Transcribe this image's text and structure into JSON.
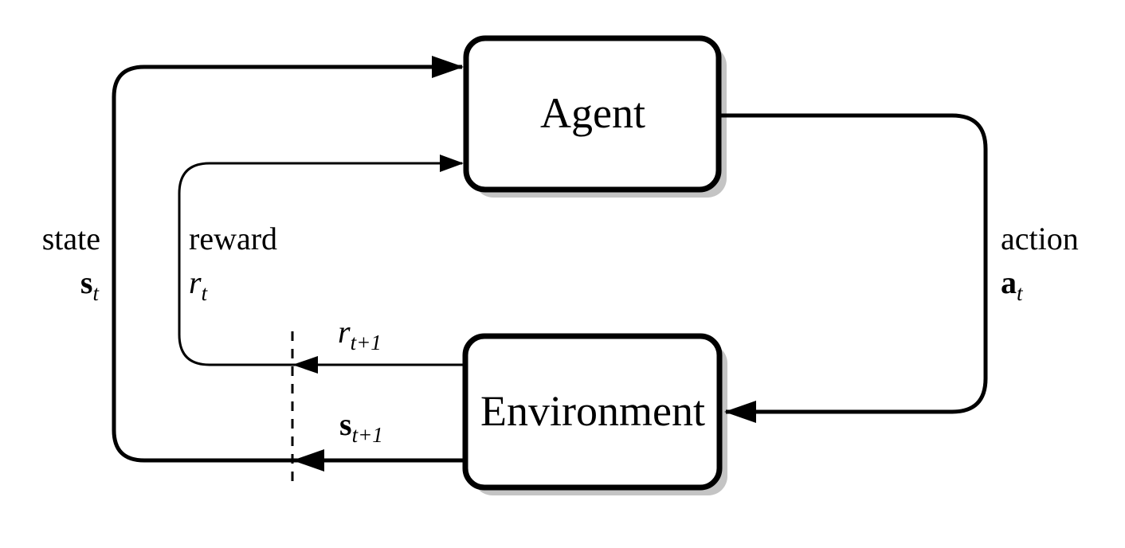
{
  "diagram_type": "reinforcement-learning-agent-environment-loop",
  "boxes": {
    "agent": {
      "label": "Agent"
    },
    "environment": {
      "label": "Environment"
    }
  },
  "labels": {
    "state": {
      "word": "state",
      "symbol": "s",
      "subscript": "t"
    },
    "reward": {
      "word": "reward",
      "symbol": "r",
      "subscript": "t"
    },
    "action": {
      "word": "action",
      "symbol": "a",
      "subscript": "t"
    },
    "next_reward": {
      "symbol": "r",
      "subscript": "t+1"
    },
    "next_state": {
      "symbol": "s",
      "subscript": "t+1"
    }
  },
  "colors": {
    "ink": "#000000",
    "background": "#ffffff",
    "box_shadow": "#c4c4c4"
  }
}
